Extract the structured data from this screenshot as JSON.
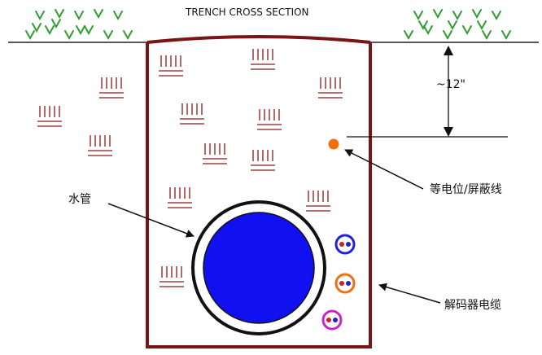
{
  "diagram": {
    "title": "TRENCH CROSS SECTION",
    "depth_label": "~12\"",
    "labels": {
      "bonding_wire": "等电位/屏蔽线",
      "water_pipe": "水管",
      "decoder_cable": "解码器电缆"
    },
    "colors": {
      "trench_wall": "#7a1416",
      "soil_mark": "#8b1a1a",
      "grass": "#2e9e2e",
      "pipe_fill": "#1010f0",
      "bonding_dot": "#f07010",
      "cable_ring_blue": "#2020e0",
      "cable_ring_orange": "#f07010",
      "cable_ring_magenta": "#cc22cc"
    }
  }
}
